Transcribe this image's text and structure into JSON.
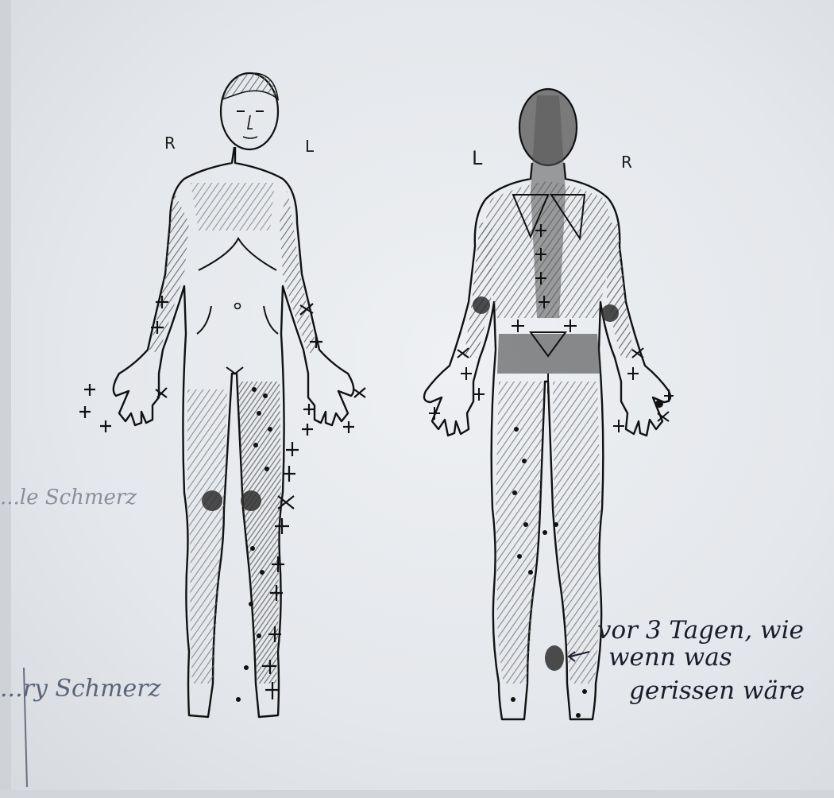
{
  "sheet": {
    "front_labels": {
      "right": "R",
      "left": "L"
    },
    "back_labels": {
      "left": "L",
      "right": "R"
    },
    "annotation_lines": [
      "vor 3 Tagen, wie",
      "wenn was",
      "gerissen wäre"
    ],
    "margin_fragment_1": "...le Schmerz",
    "margin_fragment_2": "...ry Schmerz"
  }
}
